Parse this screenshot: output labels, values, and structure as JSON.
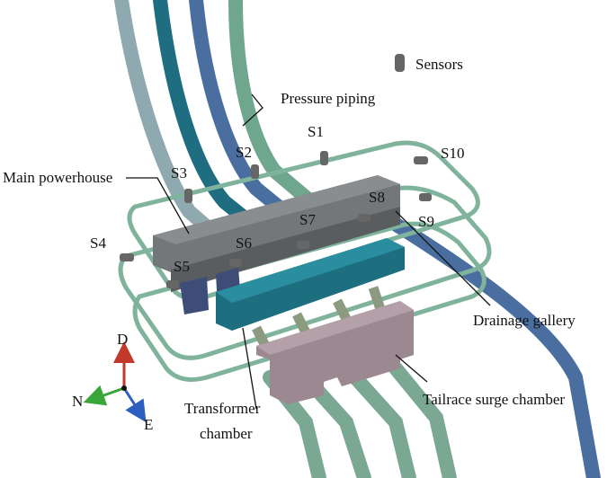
{
  "legend": {
    "sensor_label": "Sensors"
  },
  "labels": {
    "pressure_piping": "Pressure piping",
    "main_powerhouse": "Main powerhouse",
    "drainage_gallery": "Drainage gallery",
    "transformer_line1": "Transformer",
    "transformer_line2": "chamber",
    "tailrace": "Tailrace surge chamber"
  },
  "sensors": {
    "s1": "S1",
    "s2": "S2",
    "s3": "S3",
    "s4": "S4",
    "s5": "S5",
    "s6": "S6",
    "s7": "S7",
    "s8": "S8",
    "s9": "S9",
    "s10": "S10"
  },
  "axes": {
    "down": "D",
    "north": "N",
    "east": "E"
  },
  "colors": {
    "pipe_light": "#8fa9b0",
    "pipe_teal": "#1f6d80",
    "pipe_blue": "#4a6ea0",
    "pipe_green": "#6fa68e",
    "gallery": "#7fb39c",
    "powerhouse": "#74777a",
    "transformer": "#1d6f80",
    "tailrace": "#9b8890",
    "axis_d": "#c0392b",
    "axis_n": "#3aa63a",
    "axis_e": "#2e5fc0"
  }
}
